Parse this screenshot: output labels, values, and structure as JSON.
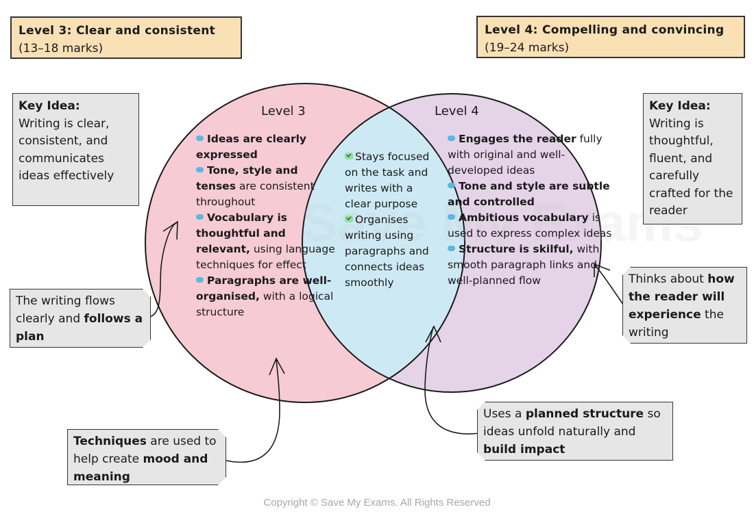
{
  "level3_header": {
    "title": "Level 3: Clear and consistent",
    "marks": "(13–18 marks)"
  },
  "level4_header": {
    "title": "Level 4: Compelling and convincing",
    "marks": "(19–24 marks)"
  },
  "key_idea_left": {
    "label": "Key Idea:",
    "text": "Writing is clear, consistent, and communicates ideas effectively"
  },
  "key_idea_right": {
    "label": "Key Idea:",
    "text": "Writing is thoughtful, fluent, and carefully crafted for the reader"
  },
  "venn": {
    "left_title": "Level 3",
    "right_title": "Level 4",
    "colors": {
      "left": "#f7cbd4",
      "right": "#e5d3e8",
      "overlap": "#cde9f4",
      "bullet": "#5bb8e0",
      "check": "#8fe09a"
    },
    "left_items": [
      {
        "bold": "Ideas are clearly expressed",
        "rest": ""
      },
      {
        "bold": "Tone, style and tenses",
        "rest": " are consistent throughout"
      },
      {
        "bold": "Vocabulary is thoughtful and relevant,",
        "rest": " using language techniques for effect"
      },
      {
        "bold": "Paragraphs are well-organised,",
        "rest": " with a logical structure"
      }
    ],
    "overlap_items": [
      {
        "text": "Stays focused on the task and writes with a clear purpose"
      },
      {
        "text": "Organises writing using paragraphs and connects ideas smoothly"
      }
    ],
    "right_items": [
      {
        "bold": "Engages the reader",
        "rest": " fully with original and well-developed ideas"
      },
      {
        "bold": "Tone and style are subtle and controlled",
        "rest": ""
      },
      {
        "bold": "Ambitious vocabulary",
        "rest": " is used to express complex ideas"
      },
      {
        "bold": "Structure is skilful,",
        "rest": " with smooth paragraph links and well-planned flow"
      }
    ]
  },
  "notes": {
    "flows": {
      "pre": "The writing flows clearly and ",
      "bold": "follows a plan",
      "post": ""
    },
    "techniques": {
      "bold1": "Techniques",
      "mid": " are used to help create ",
      "bold2": "mood and meaning"
    },
    "reader": {
      "pre": "Thinks about ",
      "bold": "how the reader will experience",
      "post": " the writing"
    },
    "structure": {
      "pre": "Uses a ",
      "bold1": "planned structure",
      "mid": " so ideas unfold naturally and ",
      "bold2": "build impact"
    }
  },
  "watermark": "Save My Exams",
  "copyright": "Copyright © Save My Exams. All Rights Reserved"
}
